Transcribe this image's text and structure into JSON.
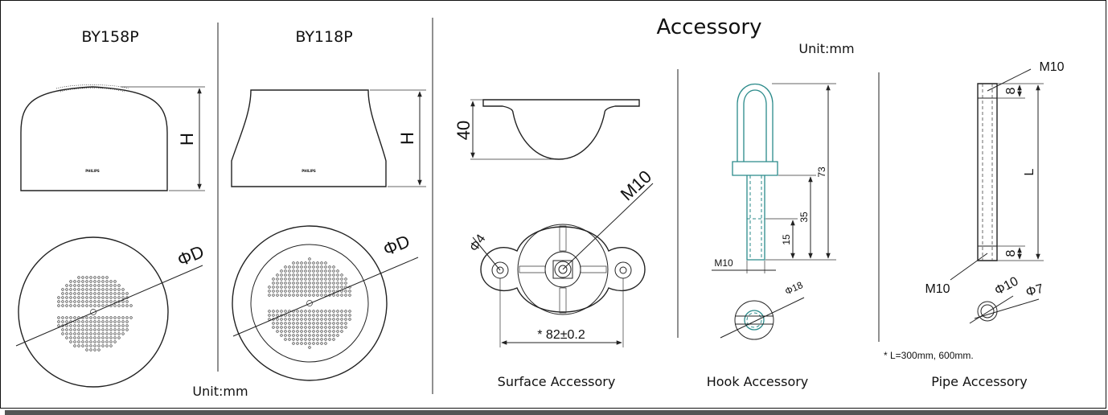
{
  "headers": {
    "model_1": "BY158P",
    "model_2": "BY118P",
    "accessory_title": "Accessory",
    "unit_top": "Unit:mm",
    "unit_bottom": "Unit:mm"
  },
  "by158p": {
    "height_label": "H",
    "diameter_label": "ΦD",
    "brand_mark": "PHILIPS"
  },
  "by118p": {
    "height_label": "H",
    "diameter_label": "ΦD",
    "brand_mark": "PHILIPS"
  },
  "surface_accessory": {
    "caption": "Surface Accessory",
    "height_dim": "40",
    "thread_label": "M10",
    "hole_dim": "Φ4",
    "spacing_dim": "* 82±0.2"
  },
  "hook_accessory": {
    "caption": "Hook Accessory",
    "overall_dim": "73",
    "mid_dim": "35",
    "low_dim": "15",
    "thread_label": "M10",
    "diameter_dim": "Φ18"
  },
  "pipe_accessory": {
    "caption": "Pipe Accessory",
    "top_thread": "M10",
    "bottom_thread": "M10",
    "top_dim": "8",
    "bottom_dim": "8",
    "length_dim": "L",
    "outer_dim": "Φ10",
    "inner_dim": "Φ7",
    "length_note": "* L=300mm, 600mm."
  }
}
